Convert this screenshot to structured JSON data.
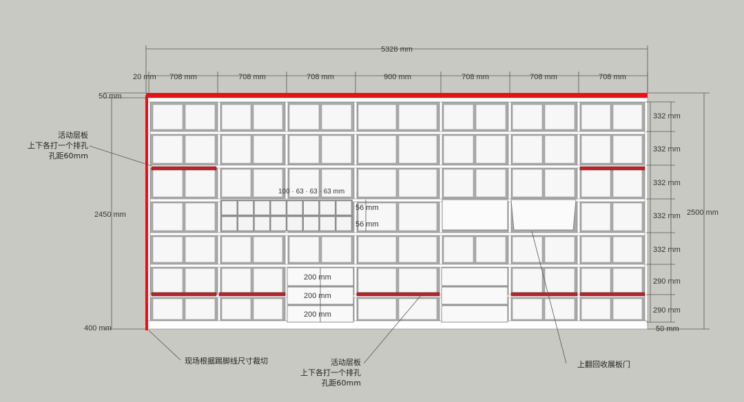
{
  "colors": {
    "background": "#c9c9c3",
    "panel": "#a9a9a9",
    "panel_dark": "#6e6e6e",
    "frame": "#ffffff",
    "accent_red": "#e3131b",
    "shelf_red": "#b3262a",
    "dimension_line": "#555555"
  },
  "dimensions": {
    "total_width": "5328 mm",
    "side_left": "20 mm",
    "bay_widths": [
      "708 mm",
      "708 mm",
      "708 mm",
      "900 mm",
      "708 mm",
      "708 mm",
      "708 mm"
    ],
    "left_height": "2450 mm",
    "top_thickness": "50 mm",
    "plinth": "400 mm",
    "right_height": "2500 mm",
    "right_bottom": "50 mm",
    "shelf_spacings": [
      "332 mm",
      "332 mm",
      "332 mm",
      "332 mm",
      "332 mm",
      "290 mm",
      "290 mm"
    ],
    "drawer_heights": [
      "200 mm",
      "200 mm",
      "200 mm"
    ],
    "wine_rack_top": "100 · 63 · 63 · 63 mm",
    "wine_rack_rows": [
      "56 mm",
      "56 mm"
    ]
  },
  "annotations": {
    "shelf_note_left": [
      "活动层板",
      "上下各打一个排孔",
      "孔距60mm"
    ],
    "shelf_note_bottom": [
      "活动层板",
      "上下各打一个排孔",
      "孔距60mm"
    ],
    "cut_note": "现场根据踢脚线尺寸裁切",
    "door_note": "上翻回收展板门"
  }
}
